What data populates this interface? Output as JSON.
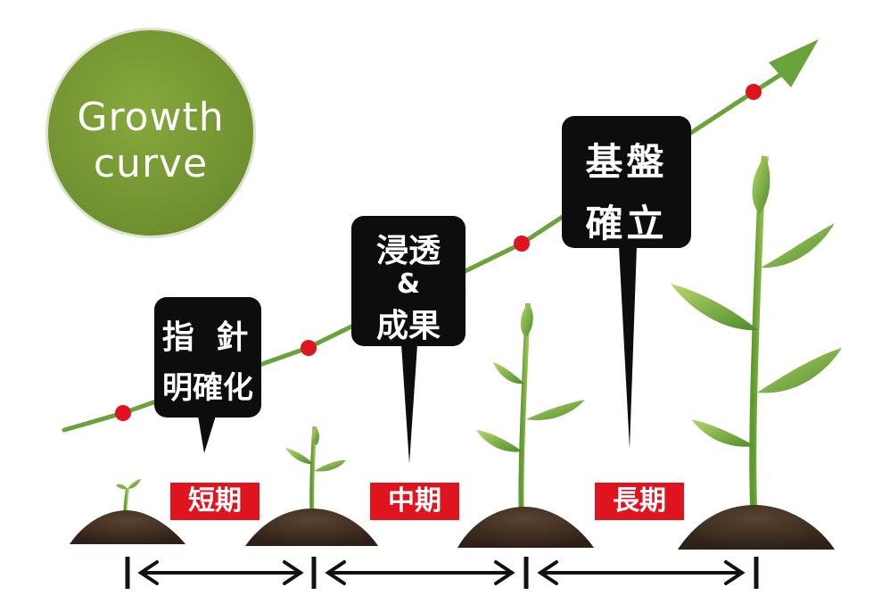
{
  "badge": {
    "line1": "Growth",
    "line2": "curve"
  },
  "stages": [
    {
      "bubble_lines": [
        "指 針",
        "明確化"
      ],
      "period": "短期"
    },
    {
      "bubble_lines": [
        "浸透",
        "&",
        "成果"
      ],
      "period": "中期"
    },
    {
      "bubble_lines": [
        "基盤",
        "確立"
      ],
      "period": "長期"
    }
  ],
  "colors": {
    "badge_green": "#6f9030",
    "curve_green": "#6aa33a",
    "milestone_red": "#e0141e",
    "bubble_black": "#0d0d0d",
    "soil_brown": "#3b2a1e",
    "arrow_black": "#111111"
  },
  "icons": [
    "seedling-icon",
    "soil-mound-icon",
    "double-arrow-icon",
    "milestone-dot-icon"
  ]
}
